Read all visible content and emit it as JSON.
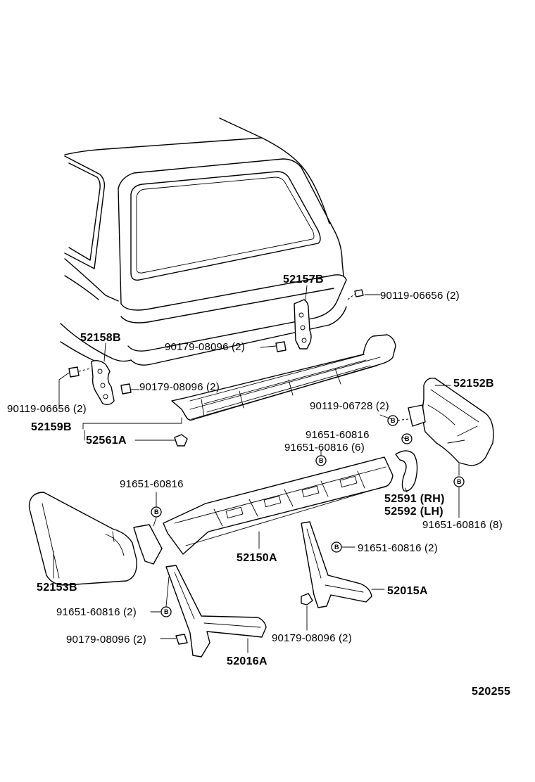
{
  "diagram": {
    "catalog_code": "520255",
    "marker_letter": "B",
    "parts": {
      "upper_bracket_right": "52157B",
      "upper_bracket_left": "52158B",
      "step_pad": "52159B",
      "clip": "52561A",
      "end_cap_right": "52152B",
      "end_cap_left": "52153B",
      "reinforcement": "52150A",
      "arm_right": "52015A",
      "arm_left": "52016A",
      "retainer_rh": "52591 (RH)",
      "retainer_lh": "52592 (LH)"
    },
    "fasteners": {
      "bolt_upper_right": "90119-06656 (2)",
      "nut_upper_right": "90179-08096 (2)",
      "nut_upper_left": "90179-08096 (2)",
      "bolt_upper_left": "90119-06656 (2)",
      "bolt_step": "90119-06728 (2)",
      "bolt_b1": "91651-60816",
      "bolt_b2": "91651-60816 (6)",
      "bolt_left_bracket": "91651-60816",
      "bolt_right_cap": "91651-60816 (8)",
      "bolt_arm_right": "91651-60816 (2)",
      "bolt_arm_left": "91651-60816 (2)",
      "nut_arm_left": "90179-08096 (2)",
      "nut_arm_right": "90179-08096 (2)"
    }
  }
}
